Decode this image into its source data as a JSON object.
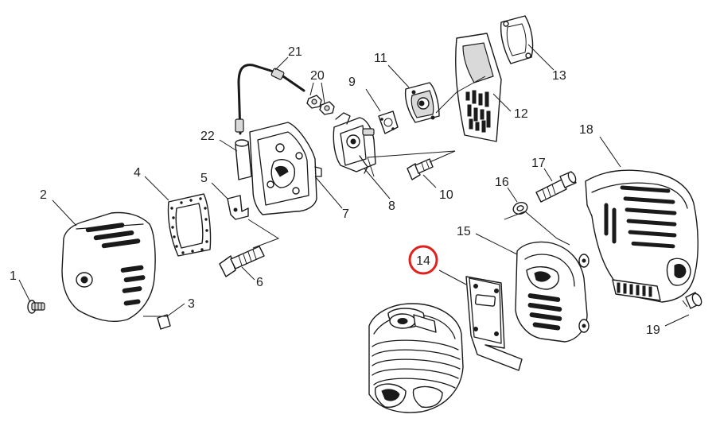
{
  "highlight_color": "#e0201b",
  "highlighted_part": "14",
  "parts": [
    {
      "id": "1",
      "label": "1"
    },
    {
      "id": "2",
      "label": "2"
    },
    {
      "id": "3",
      "label": "3"
    },
    {
      "id": "4",
      "label": "4"
    },
    {
      "id": "5",
      "label": "5"
    },
    {
      "id": "6",
      "label": "6"
    },
    {
      "id": "7",
      "label": "7"
    },
    {
      "id": "8",
      "label": "8"
    },
    {
      "id": "9",
      "label": "9"
    },
    {
      "id": "10",
      "label": "10"
    },
    {
      "id": "11",
      "label": "11"
    },
    {
      "id": "12",
      "label": "12"
    },
    {
      "id": "13",
      "label": "13"
    },
    {
      "id": "14",
      "label": "14"
    },
    {
      "id": "15",
      "label": "15"
    },
    {
      "id": "16",
      "label": "16"
    },
    {
      "id": "17",
      "label": "17"
    },
    {
      "id": "18",
      "label": "18"
    },
    {
      "id": "19",
      "label": "19"
    },
    {
      "id": "20",
      "label": "20"
    },
    {
      "id": "21",
      "label": "21"
    },
    {
      "id": "22",
      "label": "22"
    }
  ]
}
